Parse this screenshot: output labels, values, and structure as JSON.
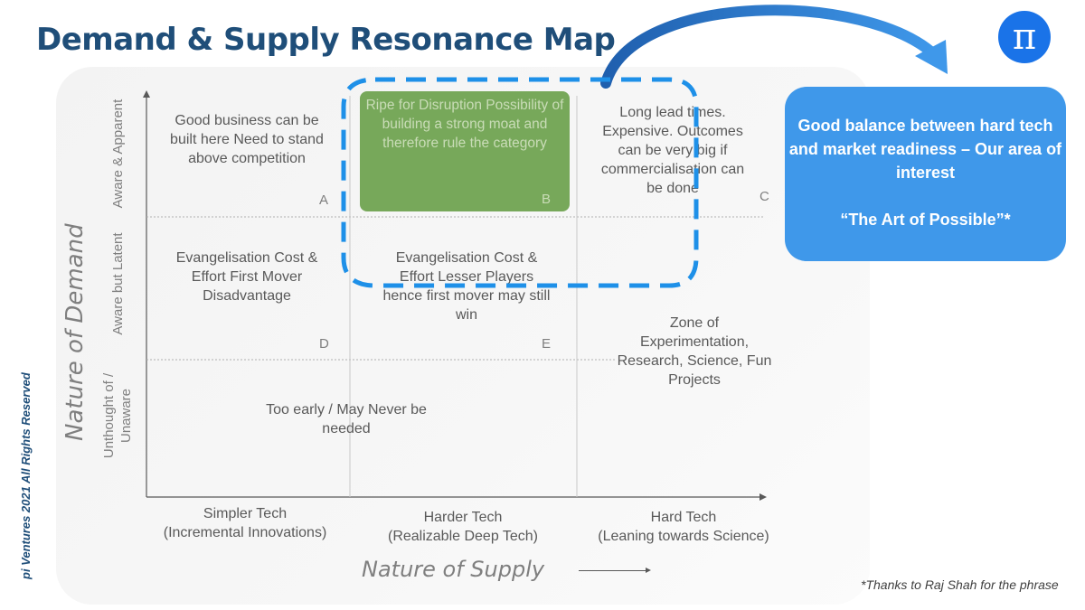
{
  "title": "Demand & Supply Resonance Map",
  "logo_symbol": "π",
  "footer_vertical": "pi Ventures 2021 All Rights Reserved",
  "y_axis": {
    "title": "Nature of Demand",
    "rows": [
      {
        "label": "Aware & Apparent"
      },
      {
        "label": "Aware but Latent"
      },
      {
        "label": "Unthought of / Unaware"
      }
    ]
  },
  "x_axis": {
    "title": "Nature of Supply",
    "columns": [
      {
        "line1": "Simpler Tech",
        "line2": "(Incremental Innovations)"
      },
      {
        "line1": "Harder Tech",
        "line2": "(Realizable Deep Tech)"
      },
      {
        "line1": "Hard Tech",
        "line2": "(Leaning towards Science)"
      }
    ]
  },
  "cells": {
    "A": {
      "letter": "A",
      "text": "Good business can be built here Need to stand above competition"
    },
    "B": {
      "letter": "B",
      "text": "Ripe for Disruption Possibility of building a strong moat and therefore rule the category"
    },
    "C": {
      "letter": "C",
      "text": "Long lead times. Expensive. Outcomes can be very big if commercialisation can be done"
    },
    "D": {
      "letter": "D",
      "text": "Evangelisation Cost & Effort First Mover Disadvantage"
    },
    "E": {
      "letter": "E",
      "text": "Evangelisation Cost & Effort Lesser Players hence first mover may still win"
    },
    "F": {
      "text": "Zone of Experimentation, Research, Science, Fun Projects"
    },
    "G": {
      "text": "Too early / May Never be needed"
    }
  },
  "callout": {
    "line": "Good balance between hard tech and market readiness – Our area of interest",
    "quote": "“The Art of Possible”*"
  },
  "footnote": "*Thanks to Raj Shah for the phrase",
  "colors": {
    "title": "#1f4e79",
    "green_box": "#77a85a",
    "callout": "#3f98ea",
    "dashed_outline": "#1e90e8",
    "logo": "#1a73e8"
  }
}
